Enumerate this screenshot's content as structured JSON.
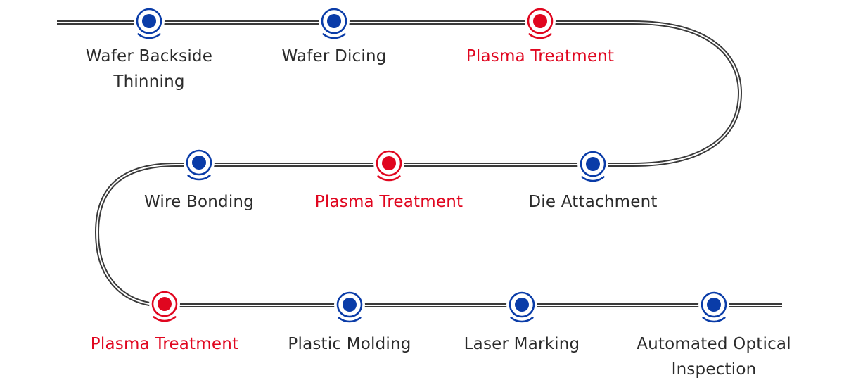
{
  "title": "Semiconductor packaging process flow",
  "colors": {
    "blue": "#0a3ca8",
    "red": "#e0061f",
    "line": "#3a3a3a",
    "text": "#2b2b2b"
  },
  "steps": [
    {
      "id": "wafer-backside-thinning",
      "lines": [
        "Wafer Backside",
        "Thinning"
      ],
      "highlight": false
    },
    {
      "id": "wafer-dicing",
      "lines": [
        "Wafer Dicing"
      ],
      "highlight": false
    },
    {
      "id": "plasma-treatment-1",
      "lines": [
        "Plasma Treatment"
      ],
      "highlight": true
    },
    {
      "id": "die-attachment",
      "lines": [
        "Die Attachment"
      ],
      "highlight": false
    },
    {
      "id": "plasma-treatment-2",
      "lines": [
        "Plasma Treatment"
      ],
      "highlight": true
    },
    {
      "id": "wire-bonding",
      "lines": [
        "Wire Bonding"
      ],
      "highlight": false
    },
    {
      "id": "plasma-treatment-3",
      "lines": [
        "Plasma Treatment"
      ],
      "highlight": true
    },
    {
      "id": "plastic-molding",
      "lines": [
        "Plastic Molding"
      ],
      "highlight": false
    },
    {
      "id": "laser-marking",
      "lines": [
        "Laser Marking"
      ],
      "highlight": false
    },
    {
      "id": "automated-optical-inspection",
      "lines": [
        "Automated Optical",
        "Inspection"
      ],
      "highlight": false
    }
  ]
}
